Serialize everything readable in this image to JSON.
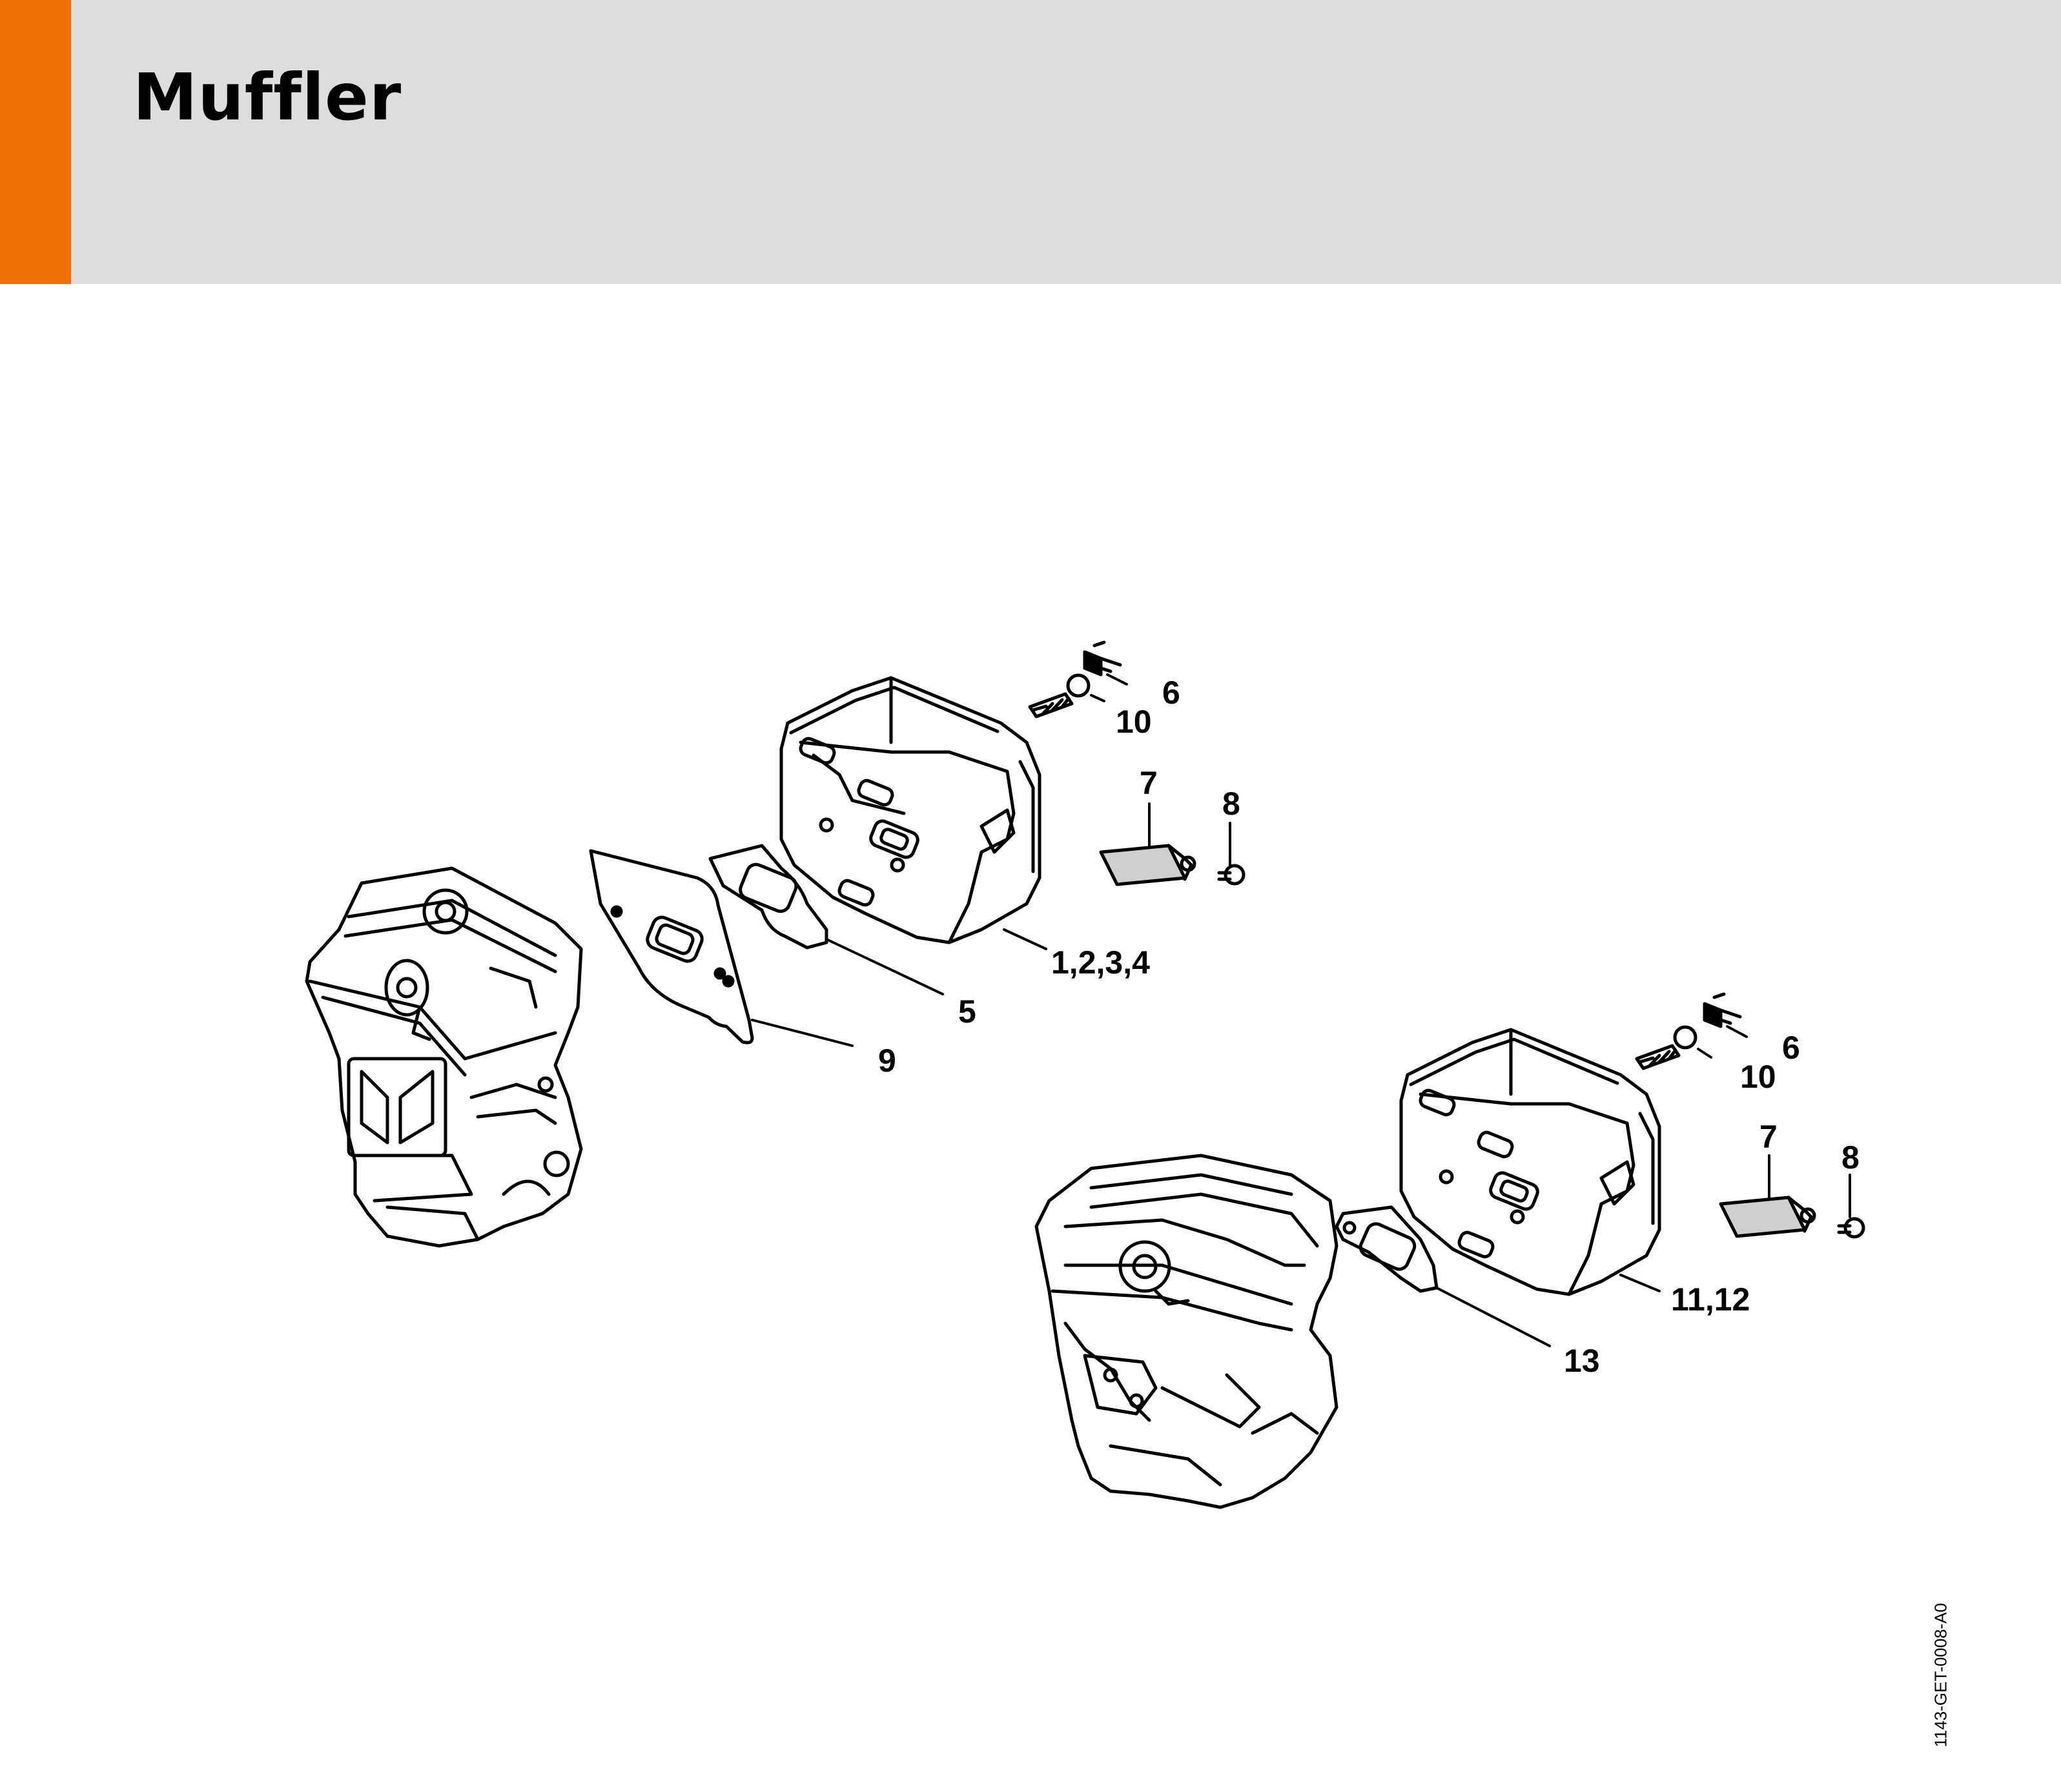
{
  "header": {
    "title": "Muffler",
    "accent_color": "#ee7203",
    "background_color": "#dcdddc"
  },
  "diagram": {
    "callouts": {
      "upper": {
        "muffler": "1,2,3,4",
        "gasket": "5",
        "plate": "9",
        "screw_a": "10",
        "spring_clip": "6",
        "screen": "7",
        "screw_b": "8"
      },
      "lower": {
        "muffler": "11,12",
        "gasket": "13",
        "screw_a": "10",
        "spring_clip": "6",
        "screen": "7",
        "screw_b": "8"
      }
    },
    "reference_code": "1143-GET-0008-A0"
  }
}
